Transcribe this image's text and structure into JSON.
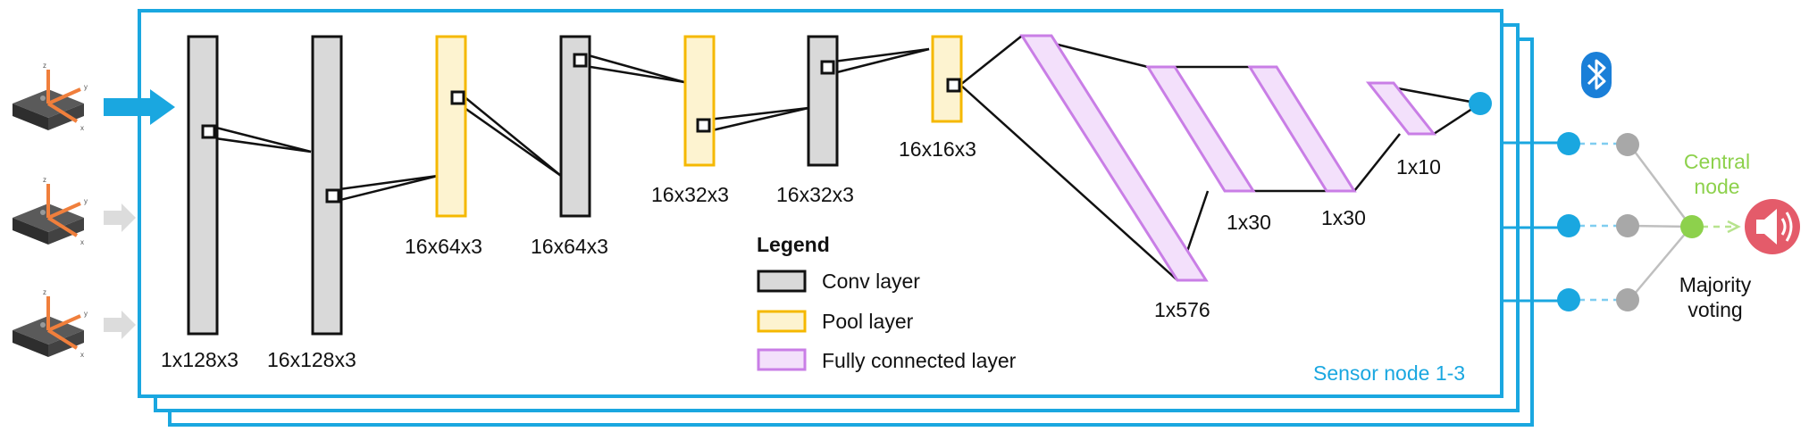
{
  "layer_labels": {
    "conv1": "1x128x3",
    "conv2": "16x128x3",
    "pool1": "16x64x3",
    "conv3": "16x64x3",
    "pool2": "16x32x3",
    "conv4": "16x32x3",
    "pool3": "16x16x3",
    "fc1": "1x576",
    "fc2": "1x30",
    "fc3": "1x30",
    "fc4": "1x10"
  },
  "legend": {
    "title": "Legend",
    "conv": "Conv layer",
    "pool": "Pool layer",
    "fc": "Fully connected layer"
  },
  "sensor_node_label": "Sensor node 1-3",
  "central_node_label": [
    "Central",
    "node"
  ],
  "majority_voting_label": [
    "Majority",
    "voting"
  ],
  "colors": {
    "frame_blue": "#1aa7e0",
    "conv_fill": "#d9d9d9",
    "pool_fill": "#fdf3d0",
    "pool_stroke": "#f5b800",
    "fc_fill": "#f3e0fb",
    "fc_stroke": "#c97ee6",
    "central_green": "#8dd14c",
    "speaker_red": "#e45b6a",
    "grey_node": "#a8a8a8",
    "sensor_orange": "#f07f3c"
  },
  "icons": [
    "sensor-imu-icon",
    "bluetooth-icon",
    "speaker-alarm-icon"
  ]
}
